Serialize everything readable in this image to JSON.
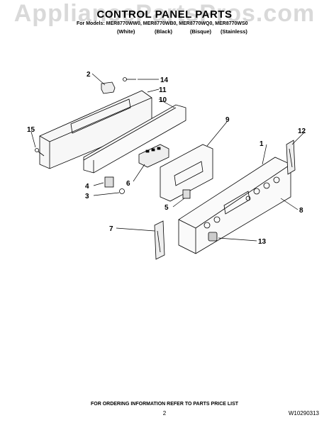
{
  "watermark": "AppliancePartsPros.com",
  "title": "CONTROL PANEL PARTS",
  "models_line": "For Models: MER8770WW0, MER8770WB0, MER8770WQ0, MER8770WS0",
  "colors": [
    "(White)",
    "(Black)",
    "(Bisque)",
    "(Stainless)"
  ],
  "callouts": [
    "1",
    "2",
    "3",
    "4",
    "5",
    "6",
    "7",
    "8",
    "9",
    "10",
    "11",
    "12",
    "13",
    "14",
    "15"
  ],
  "footer": "FOR ORDERING INFORMATION REFER TO PARTS PRICE LIST",
  "page_number": "2",
  "doc_id": "W10290313"
}
